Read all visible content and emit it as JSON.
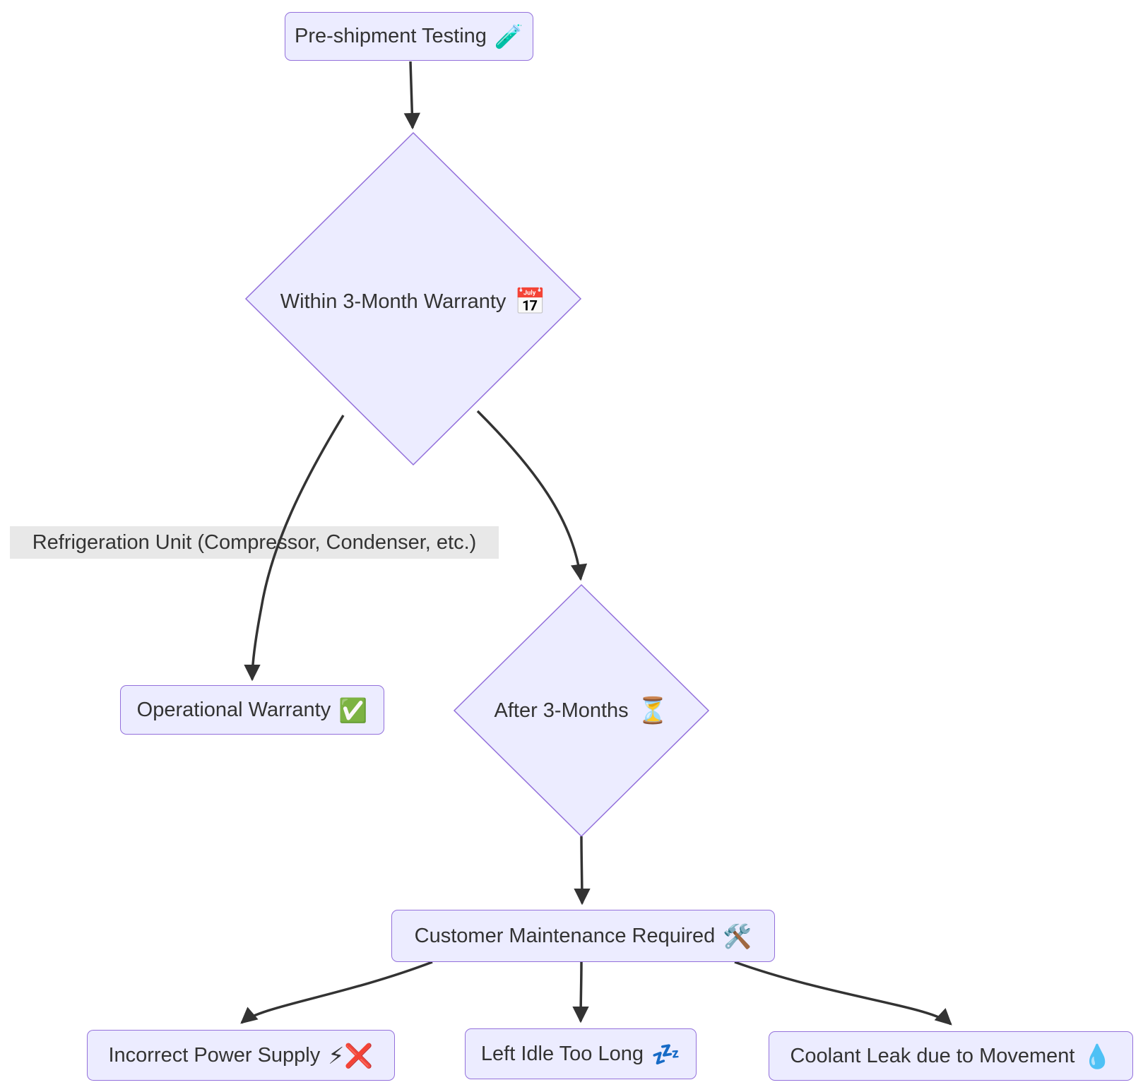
{
  "diagram": {
    "type": "flowchart",
    "nodes": {
      "pre_shipment_testing": {
        "label": "Pre-shipment Testing",
        "icon": "🧪",
        "icon_name": "test-tube-icon",
        "shape": "rect"
      },
      "within_warranty": {
        "label": "Within 3-Month Warranty",
        "icon": "📅",
        "icon_name": "calendar-icon",
        "shape": "diamond"
      },
      "operational_warranty": {
        "label": "Operational Warranty",
        "icon": "✅",
        "icon_name": "check-mark-icon",
        "shape": "rect"
      },
      "after_3_months": {
        "label": "After 3-Months",
        "icon": "⏳",
        "icon_name": "hourglass-icon",
        "shape": "diamond"
      },
      "customer_maintenance": {
        "label": "Customer Maintenance Required",
        "icon": "🛠️",
        "icon_name": "hammer-wrench-icon",
        "shape": "rect"
      },
      "incorrect_power": {
        "label": "Incorrect Power Supply",
        "icon": "⚡❌",
        "icon_name": "lightning-cross-icon",
        "shape": "rect"
      },
      "left_idle": {
        "label": "Left Idle Too Long",
        "icon": "💤",
        "icon_name": "zzz-icon",
        "shape": "rect"
      },
      "coolant_leak": {
        "label": "Coolant Leak due to Movement",
        "icon": "💧",
        "icon_name": "droplet-icon",
        "shape": "rect"
      }
    },
    "edges": [
      {
        "from": "pre_shipment_testing",
        "to": "within_warranty",
        "label": ""
      },
      {
        "from": "within_warranty",
        "to": "operational_warranty",
        "label": "Refrigeration Unit (Compressor, Condenser, etc.)"
      },
      {
        "from": "within_warranty",
        "to": "after_3_months",
        "label": ""
      },
      {
        "from": "after_3_months",
        "to": "customer_maintenance",
        "label": ""
      },
      {
        "from": "customer_maintenance",
        "to": "incorrect_power",
        "label": ""
      },
      {
        "from": "customer_maintenance",
        "to": "left_idle",
        "label": ""
      },
      {
        "from": "customer_maintenance",
        "to": "coolant_leak",
        "label": ""
      }
    ],
    "colors": {
      "node_fill": "#ECECFF",
      "node_border": "#9370DB",
      "edge": "#333333",
      "text": "#333333",
      "edge_label_bg": "#e8e8e8",
      "background": "#ffffff"
    }
  }
}
